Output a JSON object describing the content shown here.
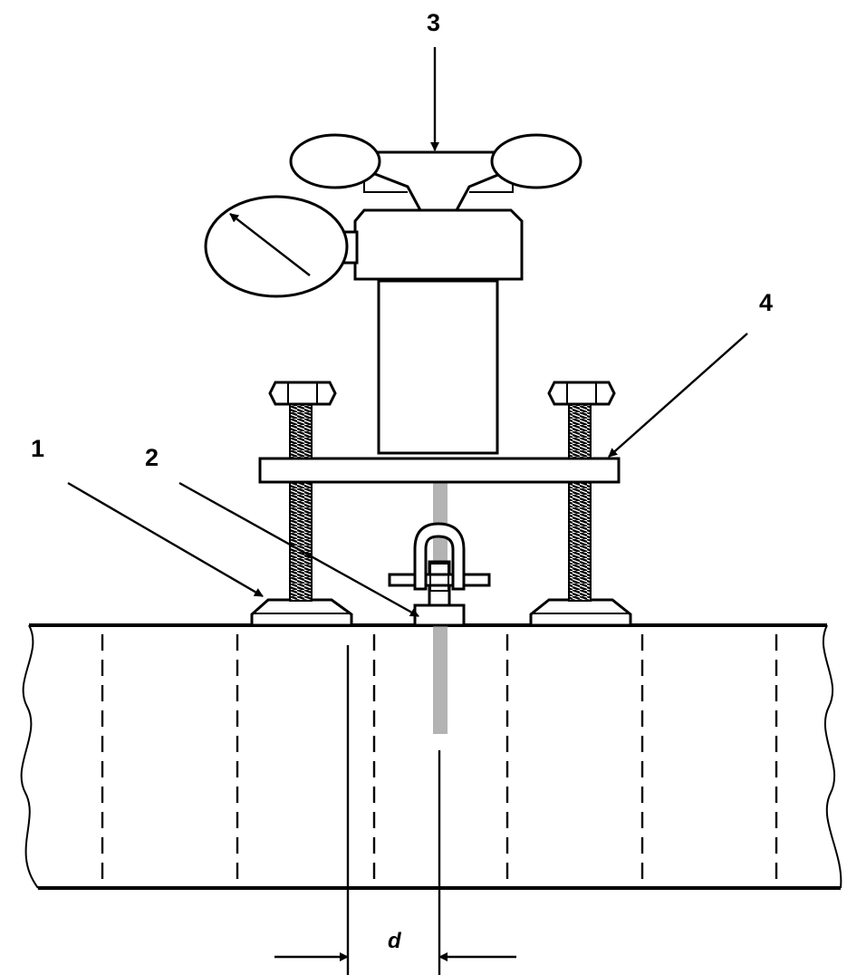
{
  "labels": {
    "callout_1": "1",
    "callout_2": "2",
    "callout_3": "3",
    "callout_4": "4",
    "dimension_d": "d"
  },
  "colors": {
    "line": "#000000",
    "drill_hole": "#b3b3b3",
    "background": "#ffffff"
  }
}
